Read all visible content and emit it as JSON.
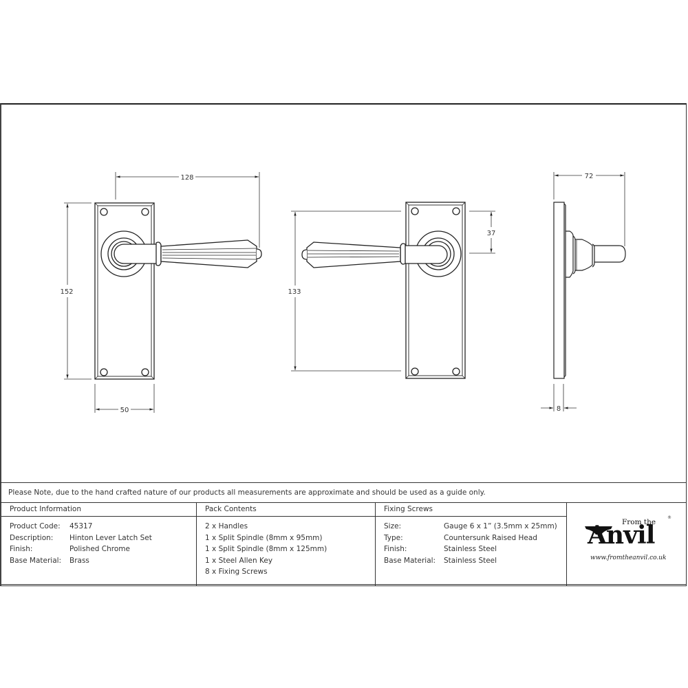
{
  "drawing": {
    "front_view": {
      "dimensions": {
        "overall_width": "128",
        "height": "152",
        "backplate_width": "50"
      }
    },
    "rear_view": {
      "dimensions": {
        "fixing_centres": "133",
        "lever_to_top": "37"
      }
    },
    "side_view": {
      "dimensions": {
        "projection": "72",
        "plate_thickness": "8"
      }
    }
  },
  "note": "Please Note, due to the hand crafted nature of our products all measurements are approximate and should be used as a guide only.",
  "product_information": {
    "heading": "Product Information",
    "rows": [
      {
        "label": "Product Code:",
        "value": "45317"
      },
      {
        "label": "Description:",
        "value": "Hinton Lever Latch Set"
      },
      {
        "label": "Finish:",
        "value": "Polished Chrome"
      },
      {
        "label": "Base Material:",
        "value": "Brass"
      }
    ]
  },
  "pack_contents": {
    "heading": "Pack Contents",
    "items": [
      "2 x Handles",
      "1 x Split Spindle (8mm x 95mm)",
      "1 x Split Spindle (8mm x 125mm)",
      "1 x Steel Allen Key",
      "8 x Fixing Screws"
    ]
  },
  "fixing_screws": {
    "heading": "Fixing Screws",
    "rows": [
      {
        "label": "Size:",
        "value": "Gauge 6 x 1” (3.5mm x 25mm)"
      },
      {
        "label": "Type:",
        "value": "Countersunk Raised Head"
      },
      {
        "label": "Finish:",
        "value": "Stainless Steel"
      },
      {
        "label": "Base Material:",
        "value": "Stainless Steel"
      }
    ]
  },
  "logo": {
    "from_the": "From the",
    "brand": "Anvil",
    "registered": "®",
    "url": "www.fromtheanvil.co.uk"
  }
}
